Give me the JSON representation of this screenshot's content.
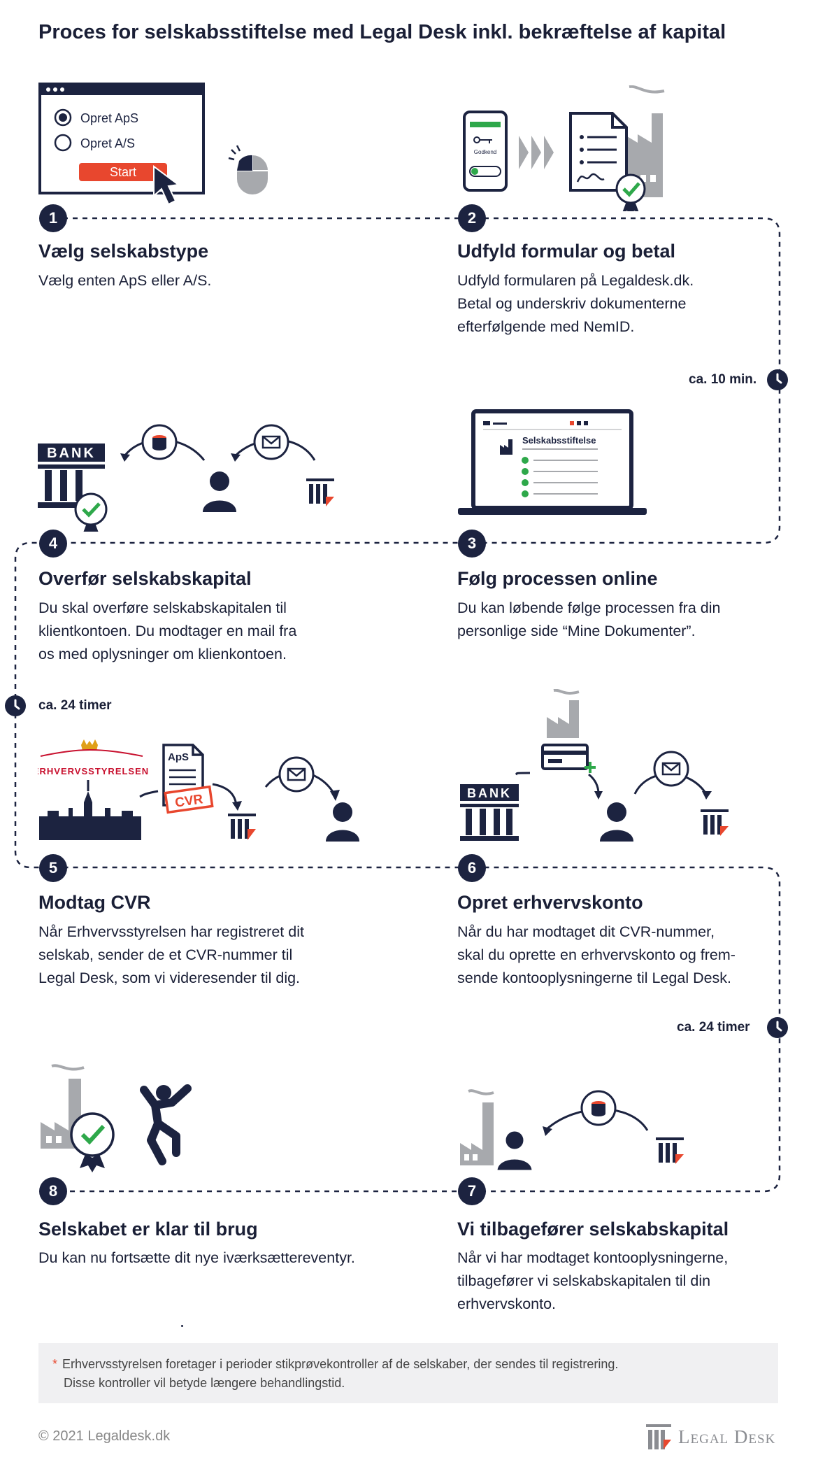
{
  "title": "Proces for selskabsstiftelse med Legal Desk inkl. bekræftelse af kapital",
  "steps": [
    {
      "num": "1",
      "title": "Vælg selskabstype",
      "lines": [
        "Vælg enten ApS eller A/S."
      ]
    },
    {
      "num": "2",
      "title": "Udfyld formular og betal",
      "lines": [
        "Udfyld formularen på Legaldesk.dk.",
        "Betal og underskriv dokumenterne",
        "efterfølgende med NemID."
      ]
    },
    {
      "num": "3",
      "title": "Følg processen online",
      "lines": [
        "Du kan løbende følge processen fra din",
        "personlige side “Mine Dokumenter”."
      ]
    },
    {
      "num": "4",
      "title": "Overfør selskabskapital",
      "lines": [
        "Du skal overføre selskabskapitalen til",
        "klientkontoen. Du modtager en mail fra",
        "os med oplysninger om klienkontoen."
      ]
    },
    {
      "num": "5",
      "title": "Modtag CVR",
      "lines": [
        "Når Erhvervsstyrelsen har registreret dit",
        "selskab, sender de et CVR-nummer til",
        "Legal Desk, som vi videresender til dig."
      ]
    },
    {
      "num": "6",
      "title": "Opret erhvervskonto",
      "lines": [
        "Når du har modtaget dit CVR-nummer,",
        "skal du oprette en erhvervskonto og frem-",
        "sende kontooplysningerne til Legal Desk."
      ]
    },
    {
      "num": "7",
      "title": "Vi tilbagefører selskabskapital",
      "lines": [
        "Når vi har modtaget kontooplysningerne,",
        "tilbagefører vi selskabskapitalen til din",
        "erhvervskonto."
      ]
    },
    {
      "num": "8",
      "title": "Selskabet er klar til brug",
      "lines": [
        "Du kan nu fortsætte dit nye iværksættereventyr."
      ]
    }
  ],
  "timers": {
    "t1": "ca. 10 min.",
    "t2": "ca. 24 timer",
    "t3": "ca. 24 timer"
  },
  "form_ui": {
    "option_aps": "Opret ApS",
    "option_as": "Opret A/S",
    "start_button": "Start"
  },
  "phone_ui": {
    "approve_label": "Godkend"
  },
  "laptop_ui": {
    "page_heading": "Selskabsstiftelse"
  },
  "labels": {
    "bank": "BANK",
    "aps": "ApS",
    "cvr": "CVR",
    "erhvervsstyrelsen": "Erhvervsstyrelsen"
  },
  "footnote": {
    "marker": "*",
    "line1": "Erhvervsstyrelsen foretager i perioder stikprøvekontroller af de selskaber, der sendes til registrering.",
    "line2": "Disse kontroller vil betyde længere behandlingstid."
  },
  "copyright": "© 2021 Legaldesk.dk",
  "logo_text": "Legal Desk",
  "colors": {
    "navy": "#1c2340",
    "grey": "#a7a9ad",
    "red": "#e8472e",
    "green": "#2ea84a"
  }
}
